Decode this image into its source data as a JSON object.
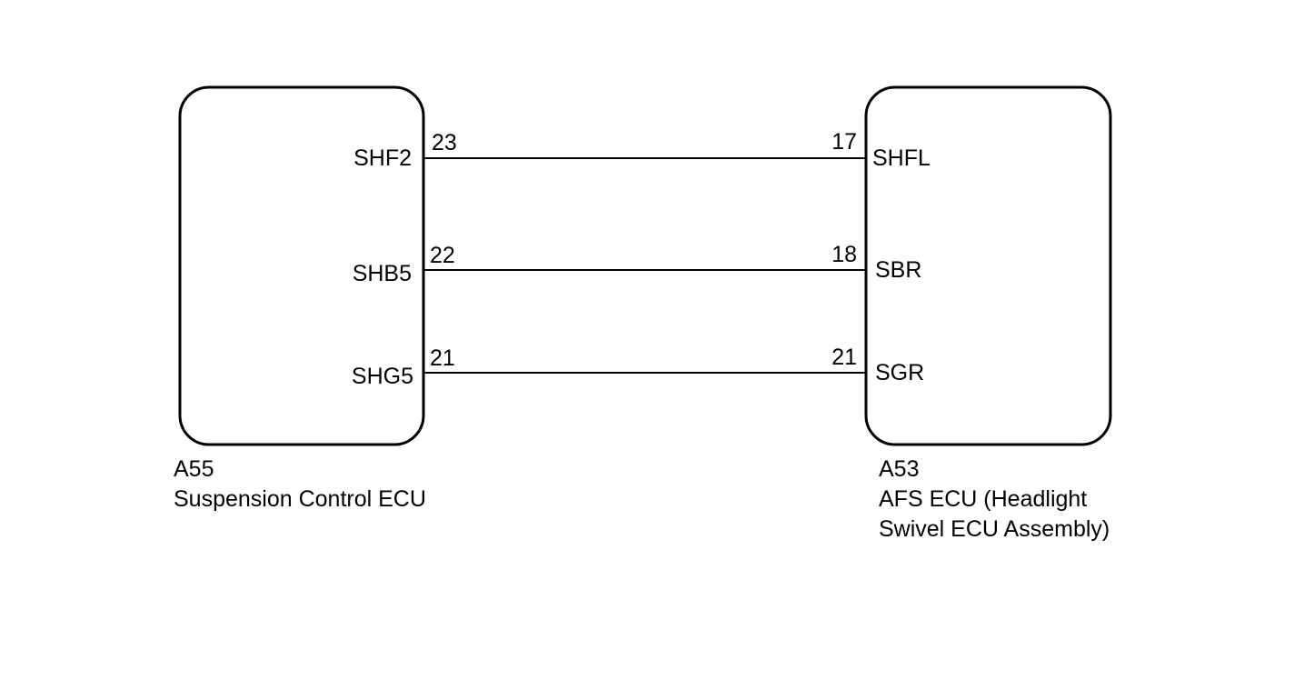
{
  "left_ecu": {
    "connector": "A55",
    "name": "Suspension Control ECU",
    "terminals": [
      {
        "signal": "SHF2",
        "pin": "23"
      },
      {
        "signal": "SHB5",
        "pin": "22"
      },
      {
        "signal": "SHG5",
        "pin": "21"
      }
    ]
  },
  "right_ecu": {
    "connector": "A53",
    "name_line1": "AFS ECU (Headlight",
    "name_line2": "Swivel ECU Assembly)",
    "terminals": [
      {
        "signal": "SHFL",
        "pin": "17"
      },
      {
        "signal": "SBR",
        "pin": "18"
      },
      {
        "signal": "SGR",
        "pin": "21"
      }
    ]
  }
}
